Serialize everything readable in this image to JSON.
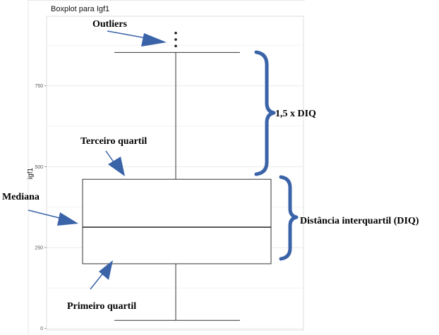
{
  "chart_data": {
    "type": "boxplot",
    "title": "Boxplot para Igf1",
    "xlabel": "",
    "ylabel": "igf1",
    "ylim": [
      -5,
      965
    ],
    "yticks": [
      0,
      250,
      500,
      750
    ],
    "ytick_labels": [
      "0",
      "250",
      "500",
      "750"
    ],
    "grid": true,
    "box": {
      "whisker_low": 25,
      "q1": 200,
      "median": 313,
      "q3": 461,
      "whisker_high": 853
    },
    "outliers": [
      873,
      893,
      913
    ],
    "annotations": {
      "outliers": "Outliers",
      "q3": "Terceiro quartil",
      "median": "Mediana",
      "q1": "Primeiro quartil",
      "whisker_range": "1,5 x DIQ",
      "iqr": "Distância interquartil (DIQ)"
    },
    "colors": {
      "annotation_arrow": "#3a63a8",
      "box_line": "#333333",
      "grid": "#ebebeb"
    }
  }
}
